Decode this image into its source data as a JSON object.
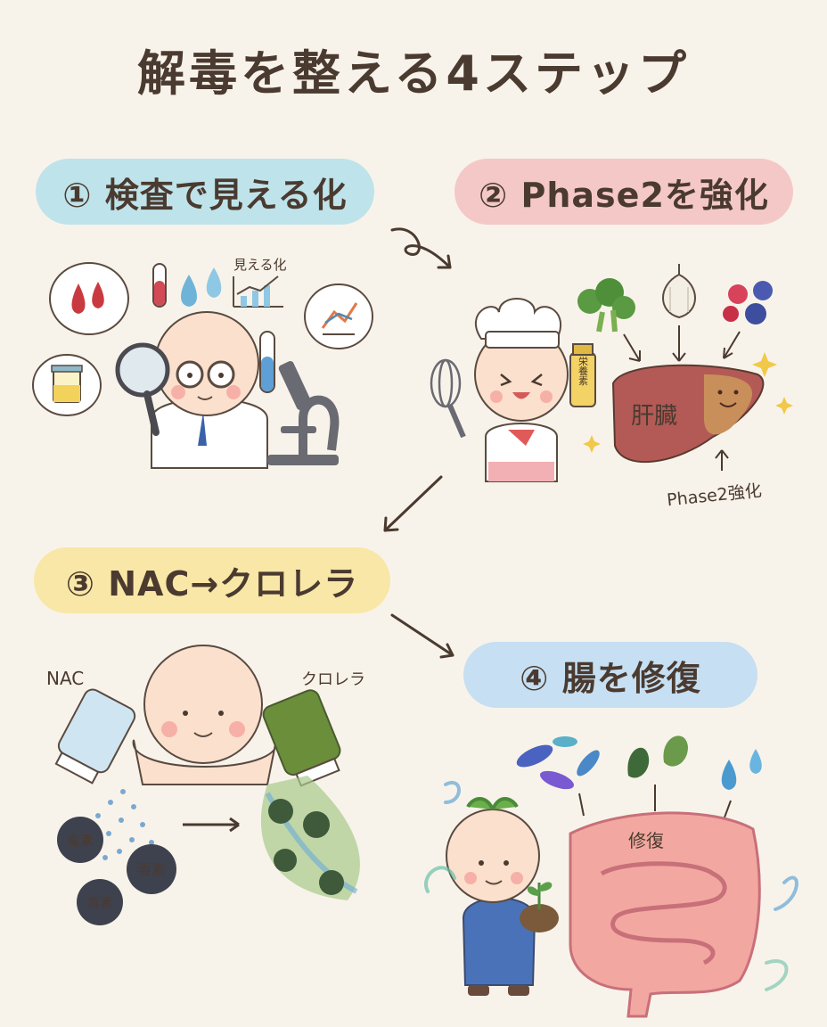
{
  "title": "解毒を整える4ステップ",
  "steps": [
    {
      "label": "① 検査で見える化"
    },
    {
      "label": "② Phase2を強化"
    },
    {
      "label": "③ NAC→クロレラ"
    },
    {
      "label": "④ 腸を修復"
    }
  ],
  "labels": {
    "visualize": "見える化",
    "nutrient": "栄養素",
    "liver": "肝臓",
    "phase2_boost": "Phase2強化",
    "nac": "NAC",
    "chlorella": "クロレラ",
    "toxin": "毒素",
    "repair": "修復"
  },
  "colors": {
    "step1": "#bfe3ea",
    "step2": "#f5c8c8",
    "step3": "#f8e7a6",
    "step4": "#c6dff2"
  }
}
